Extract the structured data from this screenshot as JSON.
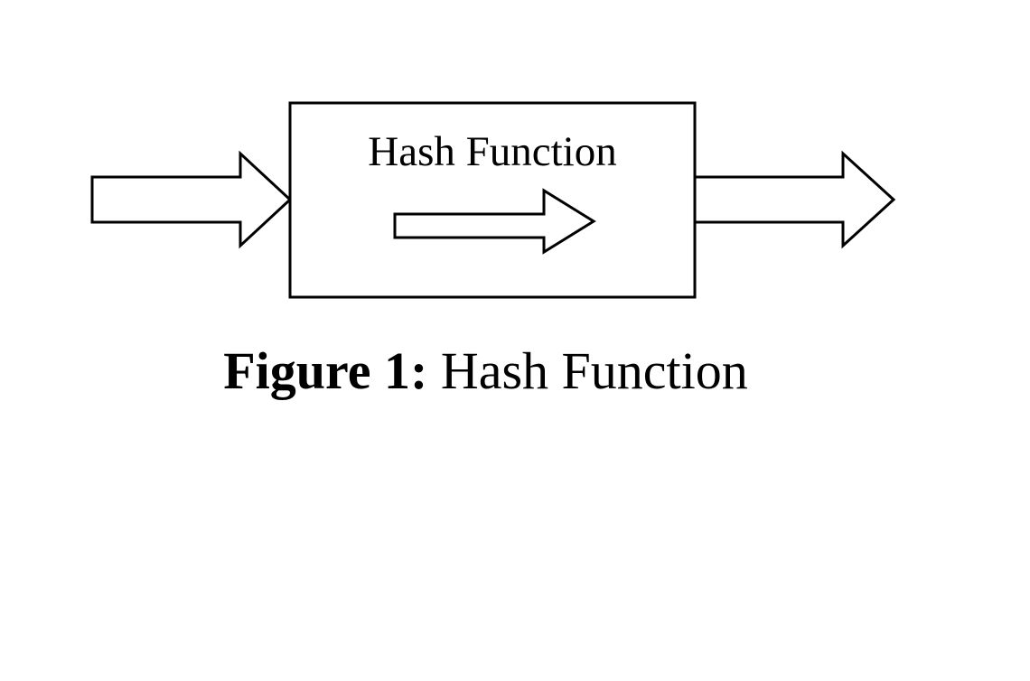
{
  "diagram": {
    "box_label": "Hash Function",
    "stroke_color": "#000000",
    "fill_color": "#ffffff"
  },
  "caption": {
    "label": "Figure 1:",
    "text": "Hash Function"
  }
}
